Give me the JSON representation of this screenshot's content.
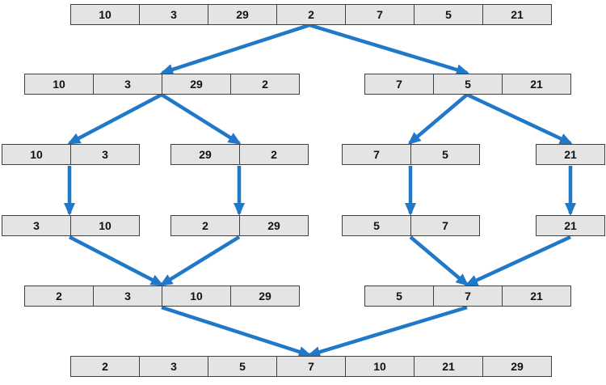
{
  "colors": {
    "cell_fill": "#e4e4e4",
    "cell_border": "#404040",
    "arrow": "#1f78c8",
    "text": "#111111"
  },
  "arrays": {
    "row1": [
      "10",
      "3",
      "29",
      "2",
      "7",
      "5",
      "21"
    ],
    "row2_l": [
      "10",
      "3",
      "29",
      "2"
    ],
    "row2_r": [
      "7",
      "5",
      "21"
    ],
    "row3_a": [
      "10",
      "3"
    ],
    "row3_b": [
      "29",
      "2"
    ],
    "row3_c": [
      "7",
      "5"
    ],
    "row3_d": [
      "21"
    ],
    "row4_a": [
      "3",
      "10"
    ],
    "row4_b": [
      "2",
      "29"
    ],
    "row4_c": [
      "5",
      "7"
    ],
    "row4_d": [
      "21"
    ],
    "row5_l": [
      "2",
      "3",
      "10",
      "29"
    ],
    "row5_r": [
      "5",
      "7",
      "21"
    ],
    "row6": [
      "2",
      "3",
      "5",
      "7",
      "10",
      "21",
      "29"
    ]
  }
}
